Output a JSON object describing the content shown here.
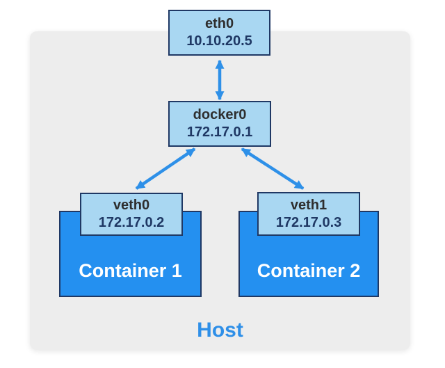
{
  "host": {
    "label": "Host"
  },
  "nodes": {
    "eth0": {
      "title": "eth0",
      "ip": "10.10.20.5"
    },
    "docker0": {
      "title": "docker0",
      "ip": "172.17.0.1"
    },
    "veth0": {
      "title": "veth0",
      "ip": "172.17.0.2"
    },
    "veth1": {
      "title": "veth1",
      "ip": "172.17.0.3"
    }
  },
  "containers": {
    "container1": {
      "label": "Container 1"
    },
    "container2": {
      "label": "Container 2"
    }
  },
  "edges": [
    {
      "from": "eth0",
      "to": "docker0",
      "bidirectional": true
    },
    {
      "from": "docker0",
      "to": "veth0",
      "bidirectional": true
    },
    {
      "from": "docker0",
      "to": "veth1",
      "bidirectional": true
    }
  ],
  "colors": {
    "page_bg": "#ffffff",
    "host_bg": "#ededed",
    "host_label": "#2e8fe8",
    "node_fill": "#a9d7f2",
    "node_border": "#1f3864",
    "node_title_text": "#2e2e2e",
    "node_ip_text": "#1f3864",
    "container_fill": "#2490f0",
    "container_text": "#ffffff",
    "arrow": "#2e90e8"
  }
}
